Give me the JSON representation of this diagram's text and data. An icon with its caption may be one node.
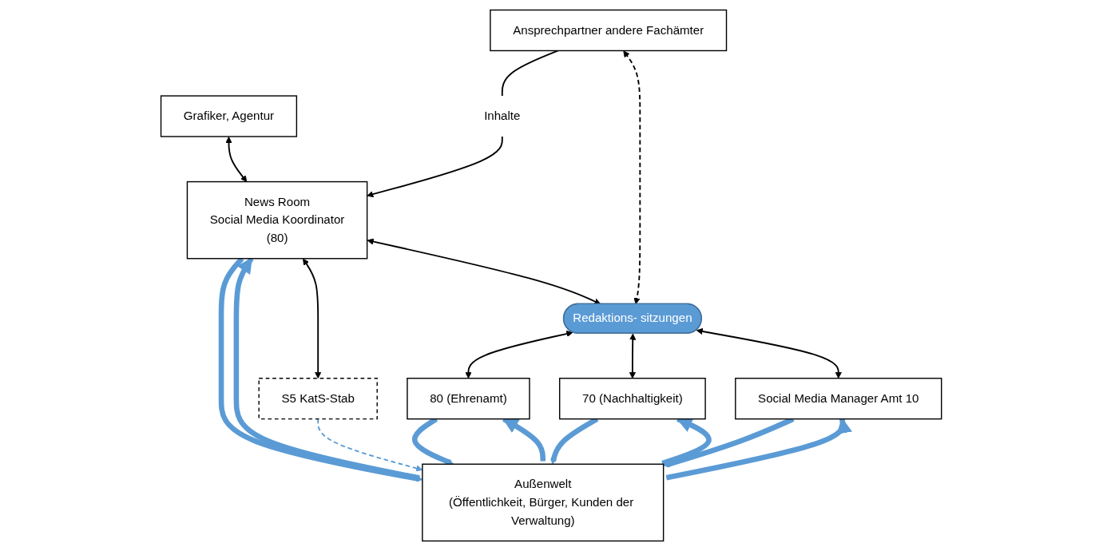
{
  "diagram": {
    "nodes": [
      {
        "text": [
          "News Room",
          "Social Media Koordinator",
          "(80)"
        ]
      },
      {
        "text": [
          "Grafiker, Agentur"
        ]
      },
      {
        "text": [
          "Inhalte"
        ]
      },
      {
        "text": [
          "Ansprechpartner andere Fachämter"
        ]
      },
      {
        "text": [
          "Redaktions- sitzungen"
        ]
      },
      {
        "text": [
          "S5 KatS-Stab"
        ]
      },
      {
        "text": [
          "80 (Ehrenamt)"
        ]
      },
      {
        "text": [
          "70 (Nachhaltigkeit)"
        ]
      },
      {
        "text": [
          "Social Media Manager Amt 10"
        ]
      },
      {
        "text": [
          "Außenwelt",
          "(Öffentlichkeit, Bürger, Kunden der Verwaltung)"
        ]
      }
    ],
    "edges": [
      {
        "from": 1,
        "to": 0,
        "arrow": "both"
      },
      {
        "from": 0,
        "to": 5,
        "arrow": "both"
      },
      {
        "from": 3,
        "to": 2,
        "arrow": "none"
      },
      {
        "from": 2,
        "to": 0,
        "arrow": "to"
      },
      {
        "from": 0,
        "to": 4,
        "arrow": "both"
      },
      {
        "from": 4,
        "to": 3,
        "arrow": "both",
        "style": "dashed"
      },
      {
        "from": 4,
        "to": 6,
        "arrow": "both"
      },
      {
        "from": 4,
        "to": 7,
        "arrow": "both"
      },
      {
        "from": 4,
        "to": 8,
        "arrow": "both"
      },
      {
        "from": 0,
        "to": 9,
        "arrow": "to",
        "style": "thick",
        "color": "#5b9bd5"
      },
      {
        "from": 9,
        "to": 0,
        "arrow": "to",
        "style": "thick",
        "color": "#5b9bd5"
      },
      {
        "from": 5,
        "to": 9,
        "arrow": "to",
        "style": "dashed",
        "color": "#5b9bd5"
      },
      {
        "from": 6,
        "to": 9,
        "arrow": "to",
        "style": "thick",
        "color": "#5b9bd5"
      },
      {
        "from": 9,
        "to": 6,
        "arrow": "to",
        "style": "thick",
        "color": "#5b9bd5"
      },
      {
        "from": 7,
        "to": 9,
        "arrow": "to",
        "style": "thick",
        "color": "#5b9bd5"
      },
      {
        "from": 9,
        "to": 7,
        "arrow": "to",
        "style": "thick",
        "color": "#5b9bd5"
      },
      {
        "from": 8,
        "to": 9,
        "arrow": "to",
        "style": "thick",
        "color": "#5b9bd5"
      },
      {
        "from": 9,
        "to": 8,
        "arrow": "to",
        "style": "thick",
        "color": "#5b9bd5"
      }
    ]
  }
}
